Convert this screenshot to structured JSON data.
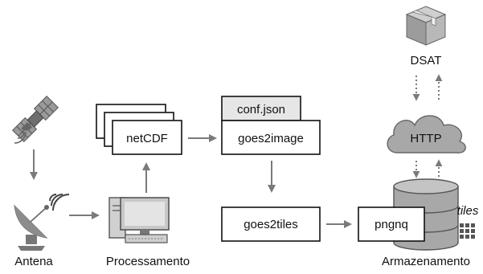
{
  "nodes": {
    "antena": "Antena",
    "processamento": "Processamento",
    "armazenamento": "Armazenamento",
    "netcdf": "netCDF",
    "conf_json": "conf.json",
    "goes2image": "goes2image",
    "goes2tiles": "goes2tiles",
    "pngnq": "pngnq",
    "http": "HTTP",
    "dsat": "DSAT",
    "tiles": "tiles"
  },
  "icons": {
    "satellite": "satellite-icon",
    "dish": "satellite-dish-icon",
    "computer": "desktop-computer-icon",
    "database": "database-icon",
    "cloud": "cloud-icon",
    "package": "package-box-icon",
    "tiles_grid": "grid-tiles-icon"
  },
  "colors": {
    "arrow": "#7a7a7a",
    "icon_gray": "#a8a8a8",
    "icon_dark": "#555555",
    "conf_bg": "#e6e6e6"
  }
}
